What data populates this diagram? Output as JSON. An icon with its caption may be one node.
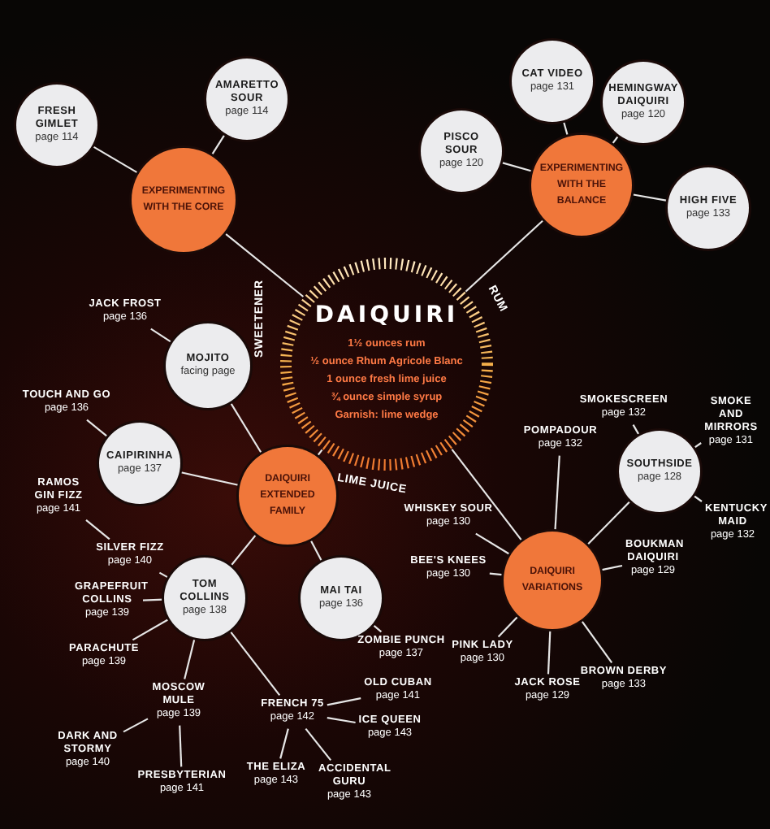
{
  "diagram": {
    "nodes": [
      {
        "text": [
          "DAIQUIRI",
          "1½ ounces rum",
          "½ ounce Rhum Agricole Blanc",
          "1 ounce fresh lime juice",
          "¾ ounce simple syrup",
          "Garnish: lime wedge"
        ]
      },
      {
        "text": [
          "EXPERIMENTING WITH THE CORE"
        ]
      },
      {
        "text": [
          "FRESH GIMLET",
          "page 114"
        ]
      },
      {
        "text": [
          "AMARETTO SOUR",
          "page 114"
        ]
      },
      {
        "text": [
          "EXPERIMENTING WITH THE BALANCE"
        ]
      },
      {
        "text": [
          "PISCO SOUR",
          "page 120"
        ]
      },
      {
        "text": [
          "CAT VIDEO",
          "page 131"
        ]
      },
      {
        "text": [
          "HEMINGWAY DAIQUIRI",
          "page 120"
        ]
      },
      {
        "text": [
          "HIGH FIVE",
          "page 133"
        ]
      },
      {
        "text": [
          "DAIQUIRI EXTENDED FAMILY"
        ]
      },
      {
        "text": [
          "MOJITO",
          "facing page"
        ]
      },
      {
        "text": [
          "JACK FROST",
          "page 136"
        ]
      },
      {
        "text": [
          "CAIPIRINHA",
          "page 137"
        ]
      },
      {
        "text": [
          "TOUCH AND GO",
          "page 136"
        ]
      },
      {
        "text": [
          "TOM COLLINS",
          "page 138"
        ]
      },
      {
        "text": [
          "RAMOS GIN FIZZ",
          "page 141"
        ]
      },
      {
        "text": [
          "SILVER FIZZ",
          "page 140"
        ]
      },
      {
        "text": [
          "GRAPEFRUIT COLLINS",
          "page 139"
        ]
      },
      {
        "text": [
          "PARACHUTE",
          "page 139"
        ]
      },
      {
        "text": [
          "MOSCOW MULE",
          "page 139"
        ]
      },
      {
        "text": [
          "DARK AND STORMY",
          "page 140"
        ]
      },
      {
        "text": [
          "PRESBYTERIAN",
          "page 141"
        ]
      },
      {
        "text": [
          "FRENCH 75",
          "page 142"
        ]
      },
      {
        "text": [
          "OLD CUBAN",
          "page 141"
        ]
      },
      {
        "text": [
          "ICE QUEEN",
          "page 143"
        ]
      },
      {
        "text": [
          "THE ELIZA",
          "page 143"
        ]
      },
      {
        "text": [
          "ACCIDENTAL GURU",
          "page 143"
        ]
      },
      {
        "text": [
          "MAI TAI",
          "page 136"
        ]
      },
      {
        "text": [
          "ZOMBIE PUNCH",
          "page 137"
        ]
      },
      {
        "text": [
          "DAIQUIRI VARIATIONS"
        ]
      },
      {
        "text": [
          "POMPADOUR",
          "page 132"
        ]
      },
      {
        "text": [
          "WHISKEY SOUR",
          "page 130"
        ]
      },
      {
        "text": [
          "BEE'S KNEES",
          "page 130"
        ]
      },
      {
        "text": [
          "PINK LADY",
          "page 130"
        ]
      },
      {
        "text": [
          "JACK ROSE",
          "page 129"
        ]
      },
      {
        "text": [
          "BROWN DERBY",
          "page 133"
        ]
      },
      {
        "text": [
          "BOUKMAN DAIQUIRI",
          "page 129"
        ]
      },
      {
        "text": [
          "SOUTHSIDE",
          "page 128"
        ]
      },
      {
        "text": [
          "SMOKESCREEN",
          "page 132"
        ]
      },
      {
        "text": [
          "SMOKE AND MIRRORS",
          "page 131"
        ]
      },
      {
        "text": [
          "KENTUCKY MAID",
          "page 132"
        ]
      }
    ],
    "edges": [
      {
        "from": 0,
        "to": 1,
        "arrow": "none"
      },
      {
        "from": 0,
        "to": 4,
        "arrow": "none"
      },
      {
        "from": 0,
        "to": 9,
        "arrow": "none"
      },
      {
        "from": 0,
        "to": 29,
        "arrow": "none"
      },
      {
        "from": 1,
        "to": 2,
        "arrow": "none"
      },
      {
        "from": 1,
        "to": 3,
        "arrow": "none"
      },
      {
        "from": 4,
        "to": 5,
        "arrow": "none"
      },
      {
        "from": 4,
        "to": 6,
        "arrow": "none"
      },
      {
        "from": 4,
        "to": 7,
        "arrow": "none"
      },
      {
        "from": 4,
        "to": 8,
        "arrow": "none"
      },
      {
        "from": 9,
        "to": 10,
        "arrow": "none"
      },
      {
        "from": 10,
        "to": 11,
        "arrow": "none"
      },
      {
        "from": 9,
        "to": 12,
        "arrow": "none"
      },
      {
        "from": 12,
        "to": 13,
        "arrow": "none"
      },
      {
        "from": 9,
        "to": 14,
        "arrow": "none"
      },
      {
        "from": 14,
        "to": 16,
        "arrow": "none"
      },
      {
        "from": 16,
        "to": 15,
        "arrow": "none"
      },
      {
        "from": 14,
        "to": 17,
        "arrow": "none"
      },
      {
        "from": 14,
        "to": 18,
        "arrow": "none"
      },
      {
        "from": 14,
        "to": 19,
        "arrow": "none"
      },
      {
        "from": 19,
        "to": 20,
        "arrow": "none"
      },
      {
        "from": 19,
        "to": 21,
        "arrow": "none"
      },
      {
        "from": 14,
        "to": 22,
        "arrow": "none"
      },
      {
        "from": 22,
        "to": 23,
        "arrow": "none"
      },
      {
        "from": 22,
        "to": 24,
        "arrow": "none"
      },
      {
        "from": 22,
        "to": 25,
        "arrow": "none"
      },
      {
        "from": 22,
        "to": 26,
        "arrow": "none"
      },
      {
        "from": 9,
        "to": 27,
        "arrow": "none"
      },
      {
        "from": 27,
        "to": 28,
        "arrow": "none"
      },
      {
        "from": 29,
        "to": 30,
        "arrow": "none"
      },
      {
        "from": 29,
        "to": 31,
        "arrow": "none"
      },
      {
        "from": 29,
        "to": 32,
        "arrow": "none"
      },
      {
        "from": 29,
        "to": 33,
        "arrow": "none"
      },
      {
        "from": 29,
        "to": 34,
        "arrow": "none"
      },
      {
        "from": 29,
        "to": 35,
        "arrow": "none"
      },
      {
        "from": 29,
        "to": 36,
        "arrow": "none"
      },
      {
        "from": 29,
        "to": 37,
        "arrow": "none"
      },
      {
        "from": 37,
        "to": 38,
        "arrow": "none"
      },
      {
        "from": 37,
        "to": 39,
        "arrow": "none"
      },
      {
        "from": 37,
        "to": 40,
        "arrow": "none"
      }
    ],
    "labels": [
      "RUM",
      "SWEETENER",
      "LIME JUICE"
    ]
  }
}
